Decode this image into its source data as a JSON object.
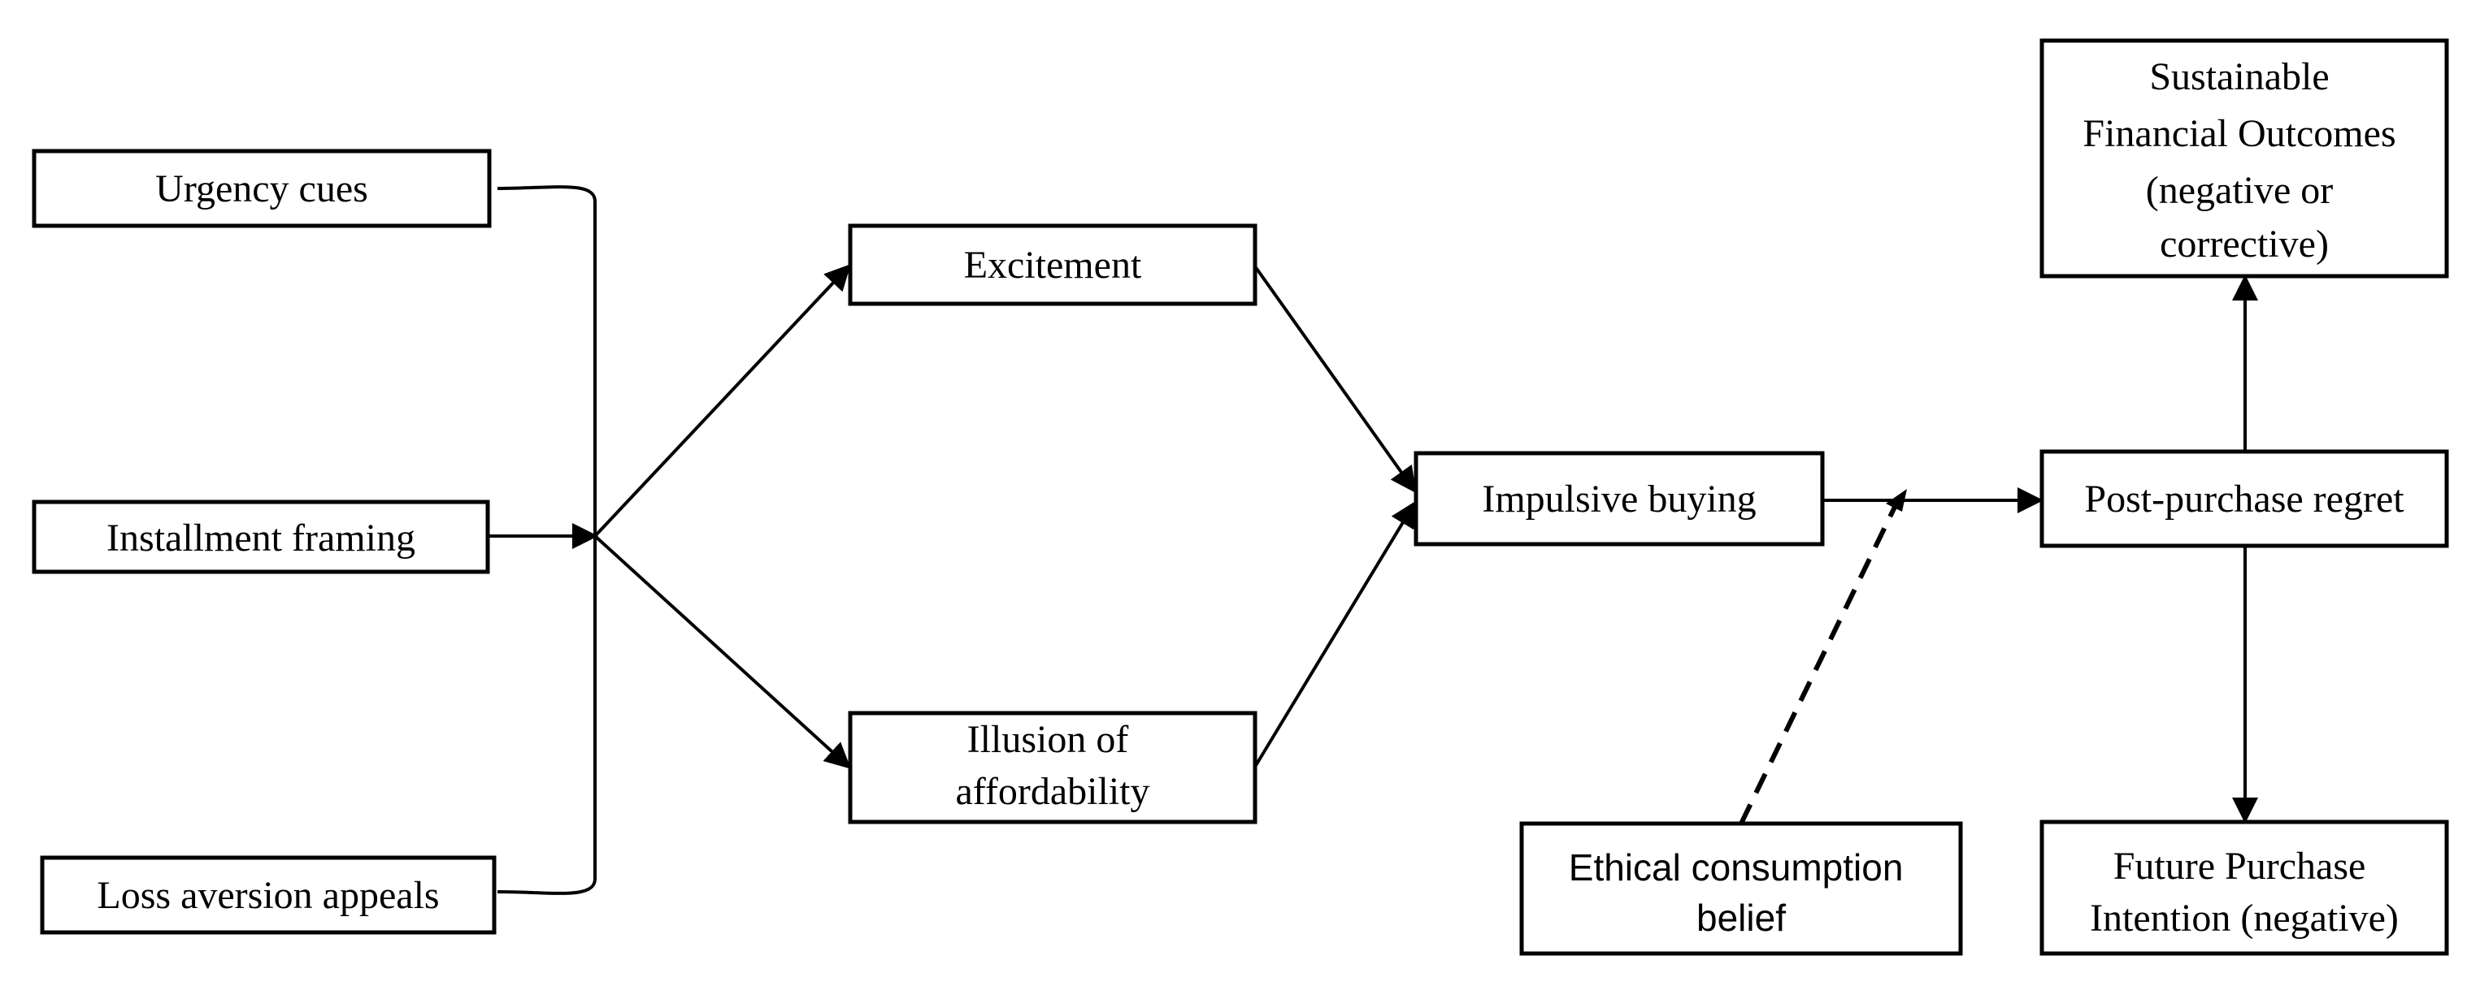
{
  "nodes": {
    "urgency_cues": {
      "label": "Urgency cues"
    },
    "installment_framing": {
      "label": "Installment framing"
    },
    "loss_aversion_appeals": {
      "label": "Loss aversion appeals"
    },
    "excitement": {
      "label": "Excitement"
    },
    "illusion_of_affordability": {
      "lines": [
        "Illusion of",
        "affordability"
      ]
    },
    "impulsive_buying": {
      "label": "Impulsive buying"
    },
    "ethical_consumption_belief": {
      "lines": [
        "Ethical consumption",
        "belief"
      ]
    },
    "post_purchase_regret": {
      "label": "Post-purchase regret"
    },
    "sustainable_financial_outcomes": {
      "lines": [
        "Sustainable",
        "Financial Outcomes",
        "(negative or",
        "corrective)"
      ]
    },
    "future_purchase_intention": {
      "lines": [
        "Future Purchase",
        "Intention (negative)"
      ]
    }
  },
  "edges": [
    {
      "from": "urgency_cues",
      "to": "merge_point",
      "style": "solid"
    },
    {
      "from": "installment_framing",
      "to": "merge_point",
      "style": "solid"
    },
    {
      "from": "loss_aversion_appeals",
      "to": "merge_point",
      "style": "solid"
    },
    {
      "from": "merge_point",
      "to": "excitement",
      "style": "solid-arrow"
    },
    {
      "from": "merge_point",
      "to": "illusion_of_affordability",
      "style": "solid-arrow"
    },
    {
      "from": "excitement",
      "to": "impulsive_buying",
      "style": "solid-arrow"
    },
    {
      "from": "illusion_of_affordability",
      "to": "impulsive_buying",
      "style": "solid-arrow"
    },
    {
      "from": "impulsive_buying",
      "to": "post_purchase_regret",
      "style": "solid-arrow"
    },
    {
      "from": "ethical_consumption_belief",
      "to": "impulsive_buying__post_purchase_regret",
      "style": "dashed-arrow"
    },
    {
      "from": "post_purchase_regret",
      "to": "sustainable_financial_outcomes",
      "style": "solid-arrow"
    },
    {
      "from": "post_purchase_regret",
      "to": "future_purchase_intention",
      "style": "solid-arrow"
    }
  ]
}
